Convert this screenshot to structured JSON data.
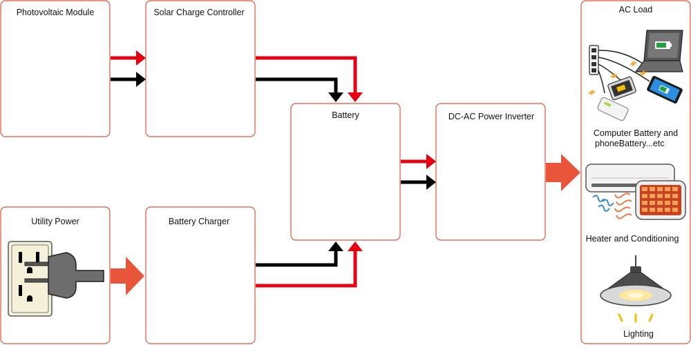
{
  "colors": {
    "box_border": "#e2553a",
    "red_arrow": "#e50012",
    "black_arrow": "#000000",
    "ac_arrow": "#e9553a"
  },
  "nodes": {
    "pv_module": "Photovoltaic Module",
    "charge_controller": "Solar Charge Controller",
    "battery": "Battery",
    "inverter": "DC-AC Power Inverter",
    "utility": "Utility Power",
    "battery_charger": "Battery Charger",
    "ac_load": "AC Load"
  },
  "ac_load_items": {
    "computer_line1": "Computer Battery and",
    "computer_line2": "phoneBattery...etc",
    "heater": "Heater and Conditioning",
    "lighting": "Lighting"
  },
  "icons": [
    "outlet-plug-icon",
    "laptop-phone-charging-icon",
    "air-conditioner-heater-icon",
    "lamp-icon"
  ],
  "edges": [
    {
      "from": "Photovoltaic Module",
      "to": "Solar Charge Controller",
      "type": "dc-pair"
    },
    {
      "from": "Solar Charge Controller",
      "to": "Battery",
      "type": "dc-pair"
    },
    {
      "from": "Battery Charger",
      "to": "Battery",
      "type": "dc-pair"
    },
    {
      "from": "Battery",
      "to": "DC-AC Power Inverter",
      "type": "dc-pair"
    },
    {
      "from": "Utility Power",
      "to": "Battery Charger",
      "type": "ac-block"
    },
    {
      "from": "DC-AC Power Inverter",
      "to": "AC Load",
      "type": "ac-block"
    }
  ]
}
